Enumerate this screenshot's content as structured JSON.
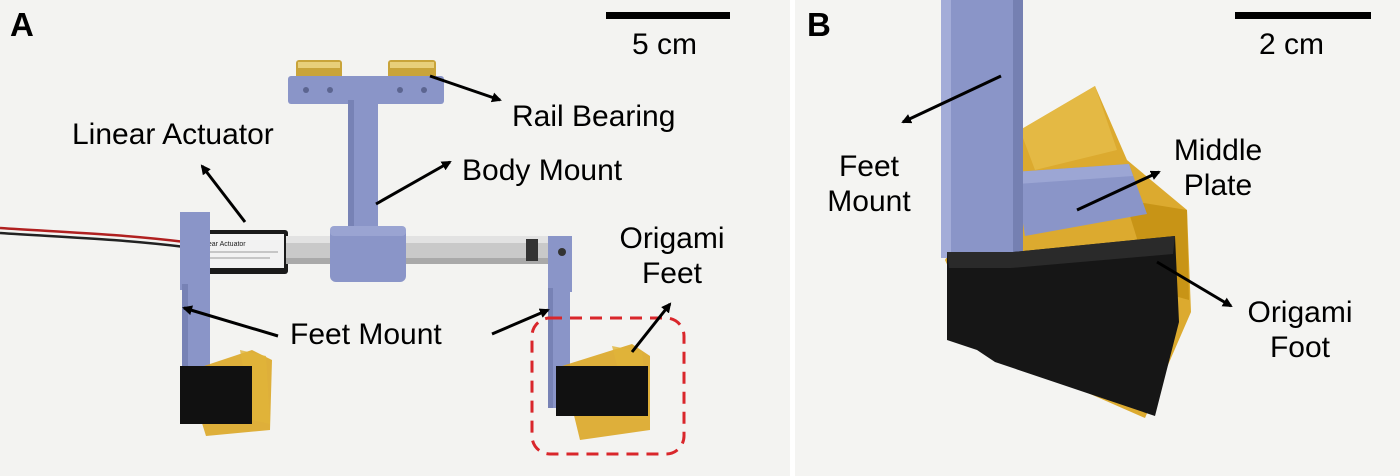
{
  "panel_a": {
    "letter": "A",
    "scale_label": "5 cm",
    "labels": {
      "rail_bearing": "Rail Bearing",
      "linear_actuator": "Linear Actuator",
      "body_mount": "Body Mount",
      "origami_feet_line1": "Origami",
      "origami_feet_line2": "Feet",
      "feet_mount": "Feet Mount"
    },
    "actuator_sticker_title": "near Actuator"
  },
  "panel_b": {
    "letter": "B",
    "scale_label": "2 cm",
    "labels": {
      "feet_mount_line1": "Feet",
      "feet_mount_line2": "Mount",
      "middle_plate_line1": "Middle",
      "middle_plate_line2": "Plate",
      "origami_foot_line1": "Origami",
      "origami_foot_line2": "Foot"
    }
  },
  "colors": {
    "printed_part": "#8a95c8",
    "kapton": "#d9a21a",
    "foot_pad": "#111111",
    "annotation_box": "#d9262b"
  }
}
